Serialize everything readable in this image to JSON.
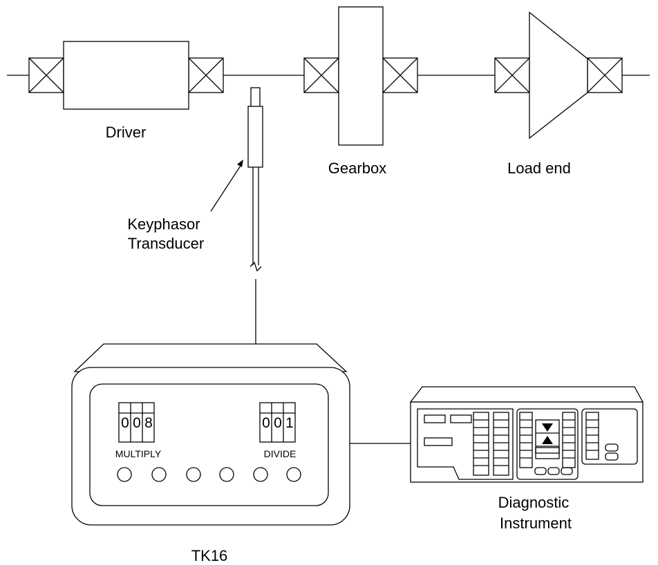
{
  "labels": {
    "driver": "Driver",
    "gearbox": "Gearbox",
    "load_end": "Load end",
    "keyphasor_line1": "Keyphasor",
    "keyphasor_line2": "Transducer",
    "tk16": "TK16",
    "diagnostic_line1": "Diagnostic",
    "diagnostic_line2": "Instrument"
  },
  "tk16": {
    "multiply_label": "MULTIPLY",
    "multiply_digits": [
      "0",
      "0",
      "8"
    ],
    "divide_label": "DIVIDE",
    "divide_digits": [
      "0",
      "0",
      "1"
    ],
    "button_count": 6
  },
  "colors": {
    "stroke": "#000000",
    "background": "#ffffff"
  }
}
